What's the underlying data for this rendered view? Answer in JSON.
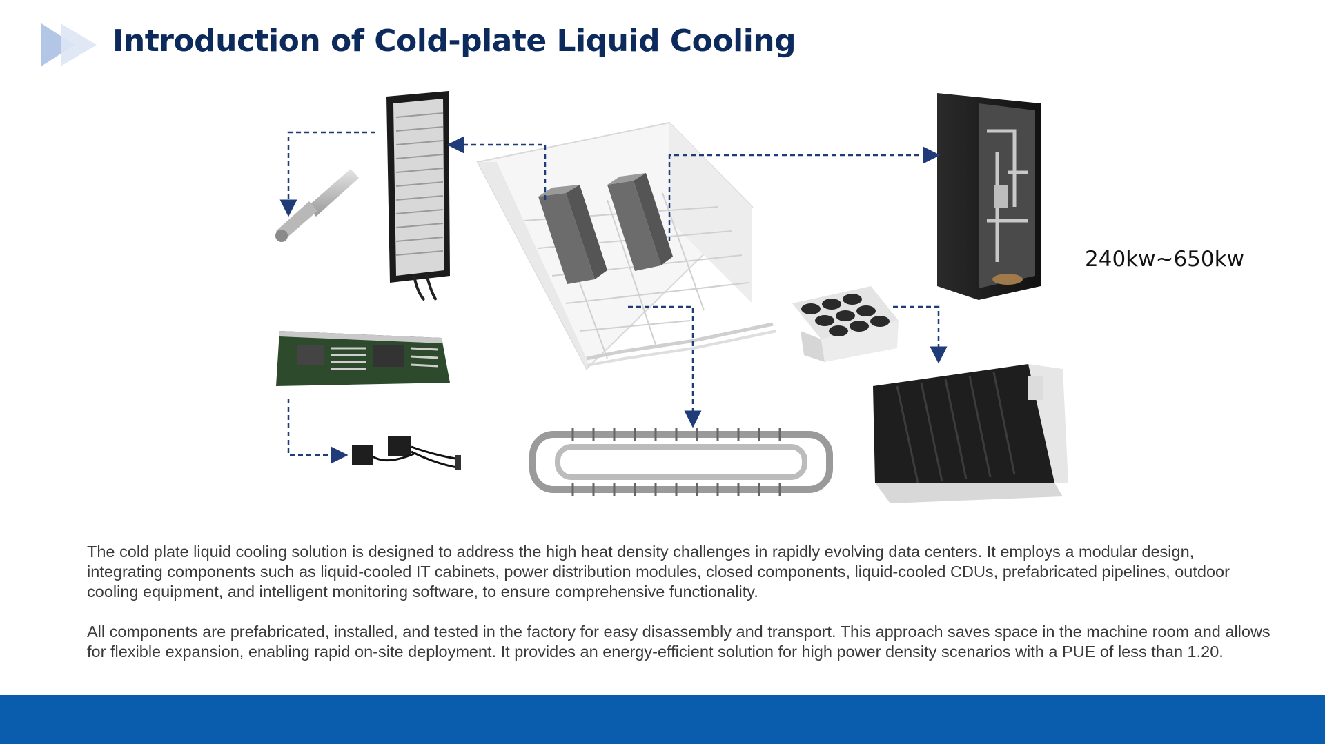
{
  "header": {
    "title": "Introduction of Cold-plate Liquid Cooling",
    "logo_icon": "double-triangle-arrow-icon"
  },
  "diagram": {
    "power_range": "240kw~650kw",
    "components": [
      "liquid-cooled-it-cabinet",
      "quick-connector",
      "server-motherboard",
      "cold-plates",
      "machine-room-container",
      "liquid-cooled-cdu",
      "dry-cooler-fans",
      "outdoor-cooling-unit",
      "prefabricated-pipeline-manifold"
    ],
    "arrow_color": "#1f3b78"
  },
  "description": {
    "paragraph_1": "The cold plate liquid cooling solution is designed to address the high heat density challenges in rapidly evolving data centers. It employs a modular design, integrating components such as liquid-cooled IT cabinets, power distribution modules, closed components, liquid-cooled CDUs, prefabricated pipelines, outdoor cooling equipment, and intelligent monitoring software, to ensure comprehensive functionality.",
    "paragraph_2": "All components are prefabricated, installed, and tested in the factory for easy disassembly and transport. This approach saves space in the machine room and allows for flexible expansion, enabling rapid on-site deployment. It provides an energy-efficient solution for high power density scenarios with a PUE of less than 1.20."
  },
  "colors": {
    "title": "#0d2a5c",
    "footer_bar": "#0a5cad",
    "logo_light": "#c9d6ec",
    "logo_mid": "#a8bce0"
  }
}
